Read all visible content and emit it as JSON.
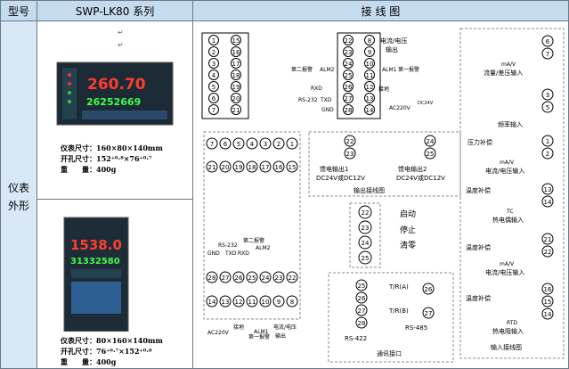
{
  "header": {
    "col1": "型号",
    "col2": "SWP-LK80 系列",
    "col3": "接 线 图"
  },
  "side_label": {
    "line1": "仪表",
    "line2": "外形"
  },
  "panel1": {
    "display_top": "260.70",
    "display_bottom": "26252669",
    "spec_size": "仪表尺寸：160×80×140mm",
    "spec_cutout": "开孔尺寸：152⁺⁰·⁸×76⁺⁰·⁷",
    "spec_weight": "重　　量：400g"
  },
  "panel2": {
    "display_top": "1538.0",
    "display_bottom": "31332580",
    "spec_size": "仪表尺寸：80×160×140mm",
    "spec_cutout": "开孔尺寸：76⁺⁰·⁷×152⁺⁰·⁸",
    "spec_weight": "重　　量：400g"
  },
  "wiring": {
    "t1_left": [
      "1",
      "2",
      "3",
      "4",
      "5",
      "6",
      "7"
    ],
    "t1_mid": [
      "15",
      "16",
      "17",
      "18",
      "19",
      "20",
      "21"
    ],
    "t1_r1": [
      "22",
      "23",
      "24",
      "25",
      "26",
      "27",
      "28"
    ],
    "t1_r2": [
      "8",
      "9",
      "10",
      "11",
      "12",
      "13",
      "14"
    ],
    "label_voltage": "电流/电压",
    "label_output": "输出",
    "label_alm2": "第二报警",
    "label_alm1": "第一报警",
    "label_alm2_code": "ALM2",
    "label_alm1_code": "ALM1",
    "label_ground": "接地",
    "label_rs232": "RS-232",
    "label_rxd": "RXD",
    "label_txd": "TXD",
    "label_gnd": "GND",
    "label_ac": "AC220V",
    "label_dc": "DC24V",
    "t2_top": [
      "7",
      "6",
      "5",
      "4",
      "3",
      "2",
      "1"
    ],
    "t2_row2": [
      "21",
      "20",
      "19",
      "18",
      "17",
      "16",
      "15"
    ],
    "t2_row3": [
      "28",
      "27",
      "26",
      "25",
      "24",
      "23",
      "22"
    ],
    "t2_row4": [
      "14",
      "13",
      "12",
      "11",
      "10",
      "9",
      "8"
    ],
    "t2_bot_labels": [
      "AC220V",
      "接地",
      "第一报警",
      "ALM1",
      "电流/电压",
      "输出"
    ],
    "feed1": "馈电输出1",
    "feed1b": "DC24V或DC12V",
    "feed2": "馈电输出2",
    "feed2b": "DC24V或DC12V",
    "feed_title": "输出接线图",
    "switch_labels": [
      "启动",
      "停止",
      "清零"
    ],
    "comm_title": "通讯接口",
    "rs422": "RS-422",
    "rs485": "RS-485",
    "tr_a": "T/R(A)",
    "tr_b": "T/R(B)",
    "in_flow": "流量/差压输入",
    "in_flow_unit": "mA/V",
    "in_freq": "频率输入",
    "in_press": "压力补偿",
    "in_press_unit": "mA/V",
    "in_press2": "电流/电压输入",
    "in_tc_comp": "温度补偿",
    "in_tc": "TC",
    "in_tc2": "热电偶输入",
    "in_temp2": "温度补偿",
    "in_mav2": "mA/V",
    "in_iv2": "电流/电压输入",
    "in_temp3": "温度补偿",
    "in_rtd": "RTD",
    "in_rtd2": "热电阻输入",
    "in_title": "输入接线图"
  }
}
